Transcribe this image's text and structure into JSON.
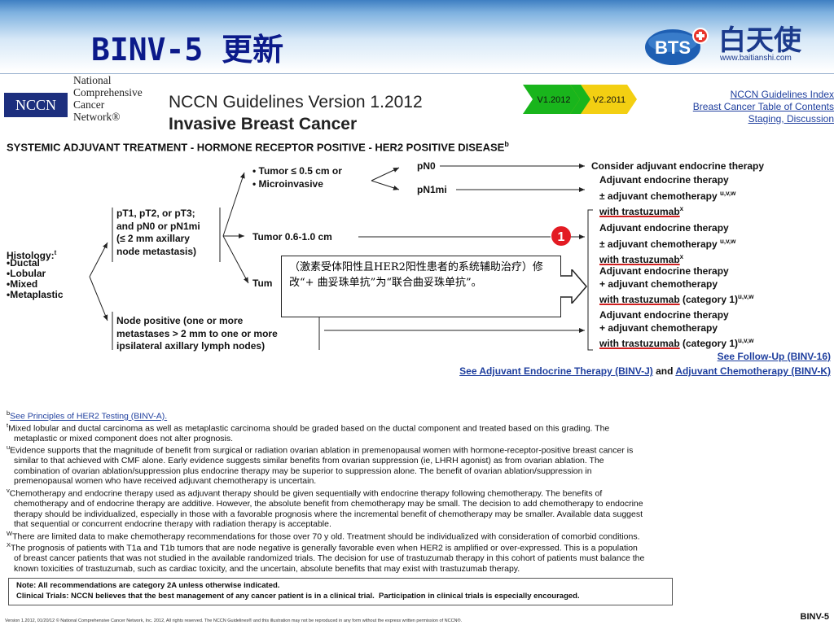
{
  "slide": {
    "title": "BINV-5 更新",
    "brand": {
      "logo_text": "BTS",
      "name_cn": "白天使",
      "url": "www.baitianshi.com"
    }
  },
  "nccn": {
    "logo_text": "NCCN",
    "org_name": "National\nComprehensive\nCancer\nNetwork®",
    "guideline_title": "NCCN Guidelines Version 1.2012",
    "guideline_subtitle": "Invasive Breast Cancer",
    "version_new": "V1.2012",
    "version_old": "V2.2011",
    "colors": {
      "nccn_blue": "#1d2f7e",
      "version_new_green": "#19b51c",
      "version_old_yellow": "#f3cf12",
      "link_blue": "#1f3f9e",
      "marker_red": "#e31b23",
      "underline_red": "#d02020"
    },
    "links": [
      "NCCN Guidelines Index",
      "Breast Cancer Table of Contents",
      "Staging, Discussion"
    ]
  },
  "section_title": "SYSTEMIC ADJUVANT TREATMENT - HORMONE RECEPTOR POSITIVE - HER2 POSITIVE DISEASE",
  "section_title_sup": "b",
  "flow": {
    "histology_label": "Histology:",
    "histology_sup": "t",
    "histology_types": [
      "•Ductal",
      "•Lobular",
      "•Mixed",
      "•Metaplastic"
    ],
    "node_negative": [
      "pT1, pT2, or pT3;",
      "and pN0 or pN1mi",
      "(≤ 2 mm axillary",
      "node metastasis)"
    ],
    "small_tumor": [
      "• Tumor ≤ 0.5 cm or",
      "• Microinvasive"
    ],
    "pn0": "pN0",
    "pn1mi": "pN1mi",
    "consider": "Consider adjuvant endocrine therapy",
    "rx1": {
      "line1": "Adjuvant endocrine therapy",
      "line2": "± adjuvant chemotherapy",
      "sup2": "u,v,w",
      "line3": "with trastuzumab",
      "sup3": "x"
    },
    "tumor_mid": "Tumor 0.6-1.0 cm",
    "marker": "1",
    "rx2": {
      "line1": "Adjuvant endocrine therapy",
      "line2": "± adjuvant chemotherapy",
      "sup2": "u,v,w",
      "line3": "with trastuzumab",
      "sup3": "x"
    },
    "tumor_large_partial": "Tum",
    "rx3": {
      "line1": "Adjuvant endocrine therapy",
      "line2": "+ adjuvant chemotherapy",
      "line3": "with trastuzumab",
      "line3b": " (category 1)",
      "sup3": "u,v,w"
    },
    "node_positive": [
      "Node positive (one or more",
      "metastases > 2 mm to one or more",
      "ipsilateral axillary lymph nodes)"
    ],
    "rx4": {
      "line1": "Adjuvant endocrine therapy",
      "line2": "+ adjuvant chemotherapy",
      "line3": "with trastuzumab",
      "line3b": " (category 1)",
      "sup3": "u,v,w"
    },
    "callout": "（激素受体阳性且HER2阳性患者的系统辅助治疗）修改“+ 曲妥珠单抗”为“联合曲妥珠单抗”。",
    "followup_link": "See Follow-Up (BINV-16)",
    "see_link1": "See Adjuvant Endocrine Therapy (BINV-J)",
    "see_and": " and ",
    "see_link2": "Adjuvant Chemotherapy (BINV-K)"
  },
  "footnotes": {
    "b_sup": "b",
    "b_link": "See Principles of HER2 Testing (BINV-A).",
    "t_sup": "t",
    "t_1": "Mixed lobular and ductal carcinoma as well as metaplastic carcinoma should be graded based on the ductal component and treated based on this grading. The",
    "t_2": "metaplastic or mixed component does not alter prognosis.",
    "u_sup": "u",
    "u_1": "Evidence supports that the magnitude of benefit from surgical or radiation ovarian ablation in premenopausal women with hormone-receptor-positive breast cancer is",
    "u_2": "similar to that achieved with CMF alone. Early evidence suggests similar benefits from ovarian suppression (ie, LHRH agonist) as from ovarian ablation. The",
    "u_3": "combination of ovarian ablation/suppression plus endocrine therapy may be superior to suppression alone. The benefit of ovarian ablation/suppression in",
    "u_4": "premenopausal women who have received adjuvant chemotherapy is uncertain.",
    "v_sup": "v",
    "v_1": "Chemotherapy and endocrine therapy used as adjuvant therapy should be given sequentially with endocrine therapy following chemotherapy. The benefits of",
    "v_2": "chemotherapy and of endocrine therapy are additive. However, the absolute benefit from chemotherapy may be small. The decision to add chemotherapy to endocrine",
    "v_3": "therapy should be individualized, especially in those with a favorable prognosis where the incremental benefit of chemotherapy may be smaller. Available data suggest",
    "v_4": "that sequential or concurrent endocrine therapy with radiation therapy is acceptable.",
    "w_sup": "W",
    "w_1": "There are limited data to make chemotherapy recommendations for those over 70 y old. Treatment should be individualized with consideration of comorbid conditions.",
    "x_sup": "X",
    "x_1": "The prognosis of patients with T1a and T1b tumors that are node negative is generally favorable even when HER2 is amplified or over-expressed. This is a population",
    "x_2": "of breast cancer patients that was not studied in the available randomized trials. The decision for use of trastuzumab therapy in this cohort of patients must balance the",
    "x_3": "known toxicities of trastuzumab, such as cardiac toxicity, and the uncertain, absolute benefits that may exist with trastuzumab therapy."
  },
  "note": "Note: All recommendations are category 2A unless otherwise indicated.\nClinical Trials: NCCN believes that the best management of any cancer patient is in a clinical trial.  Participation in clinical trials is especially encouraged.",
  "footer": "Version 1.2012, 01/20/12 © National Comprehensive Cancer Network, Inc. 2012, All rights reserved. The NCCN Guidelines® and this illustration may not be reproduced in any form without the express written permission of NCCN®.",
  "page_id": "BINV-5"
}
